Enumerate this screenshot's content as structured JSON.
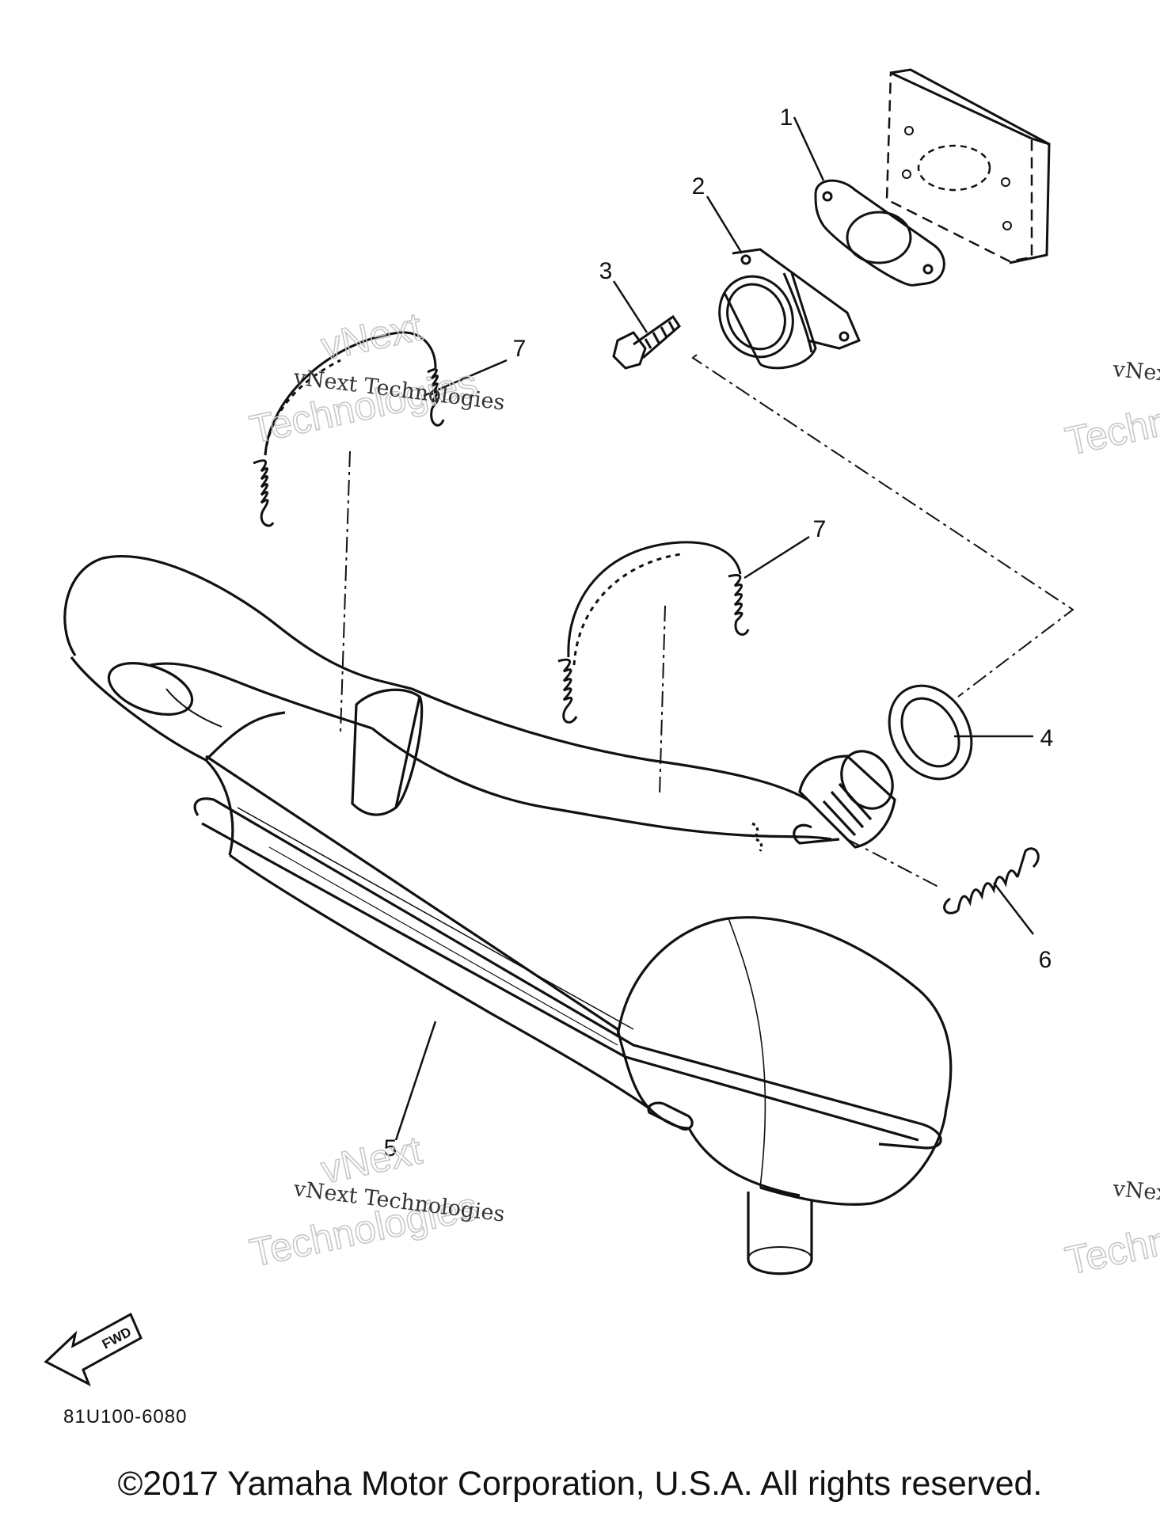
{
  "diagram": {
    "callouts": [
      {
        "id": "c1",
        "label": "1"
      },
      {
        "id": "c2",
        "label": "2"
      },
      {
        "id": "c3",
        "label": "3"
      },
      {
        "id": "c4",
        "label": "4"
      },
      {
        "id": "c5",
        "label": "5"
      },
      {
        "id": "c6",
        "label": "6"
      },
      {
        "id": "c7a",
        "label": "7"
      },
      {
        "id": "c7b",
        "label": "7"
      }
    ],
    "fwd_label": "FWD",
    "part_code": "81U100-6080"
  },
  "watermark": {
    "line1": "vNext Technologies",
    "line2": "vNext",
    "line3": "Technologies"
  },
  "footer": {
    "copyright": "©2017 Yamaha Motor Corporation, U.S.A. All rights reserved."
  }
}
